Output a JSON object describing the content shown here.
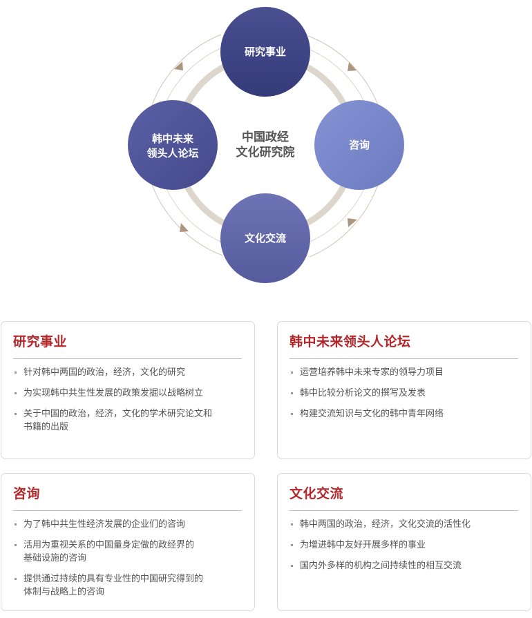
{
  "diagram": {
    "center_line1": "中国政经",
    "center_line2": "文化研究院",
    "nodes": {
      "top": "研究事业",
      "right": "咨询",
      "bottom": "文化交流",
      "left_line1": "韩中未来",
      "left_line2": "领头人论坛"
    }
  },
  "cards": [
    {
      "title": "研究事业",
      "items": [
        "针对韩中两国的政治，经济，文化的研究",
        "为实现韩中共生性发展的政策发掘以战略树立",
        "关于中国的政治，经济，文化的学术研究论文和|书籍的出版"
      ]
    },
    {
      "title": "韩中未来领头人论坛",
      "items": [
        "运营培养韩中未来专家的领导力项目",
        "韩中比较分析论文的撰写及发表",
        "构建交流知识与文化的韩中青年网络"
      ]
    },
    {
      "title": "咨询",
      "items": [
        "为了韩中共生性经济发展的企业们的咨询",
        "活用为重视关系的中国量身定做的政经界的|基础设施的咨询",
        "提供通过持续的具有专业性的中国研究得到的|体制与战略上的咨询"
      ]
    },
    {
      "title": "文化交流",
      "items": [
        "韩中两国的政治，经济，文化交流的活性化",
        "为增进韩中友好开展多样的事业",
        "国内外多样的机构之间持续性的相互交流"
      ]
    }
  ],
  "colors": {
    "title_red": "#b3272b",
    "node_dark": "#3d4283",
    "node_light": "#7886c9",
    "ring": "#ded8d0",
    "arc": "#c9beb0",
    "arrow": "#ab9780"
  }
}
